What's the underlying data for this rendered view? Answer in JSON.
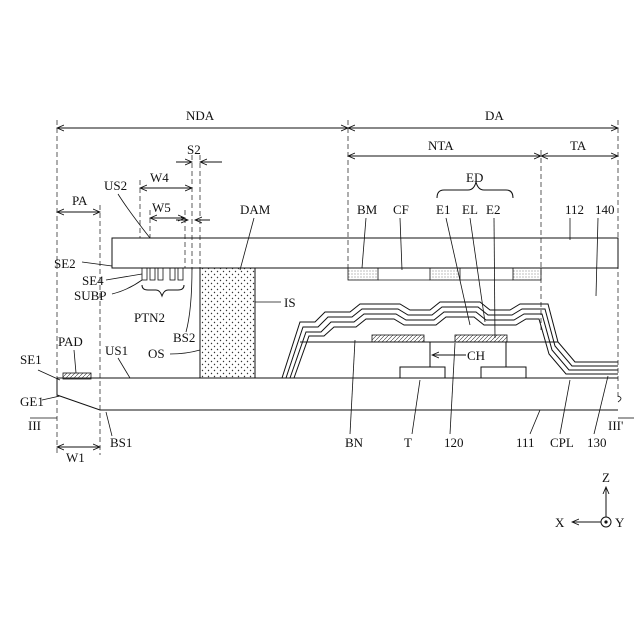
{
  "regions": {
    "nda": "NDA",
    "da": "DA",
    "nta": "NTA",
    "ta": "TA",
    "pa": "PA",
    "ed": "ED"
  },
  "widths": {
    "s2": "S2",
    "w4": "W4",
    "w5": "W5",
    "w1": "W1"
  },
  "labels": {
    "us2": "US2",
    "bm": "BM",
    "cf": "CF",
    "e1": "E1",
    "el": "EL",
    "e2": "E2",
    "n112": "112",
    "n140": "140",
    "dam": "DAM",
    "se2": "SE2",
    "se4": "SE4",
    "subp": "SUBP",
    "ptn2": "PTN2",
    "bs2": "BS2",
    "is": "IS",
    "os": "OS",
    "pad": "PAD",
    "us1": "US1",
    "se1": "SE1",
    "ge1": "GE1",
    "ch": "CH",
    "iii": "III",
    "iii_prime": "III'",
    "bs1": "BS1",
    "bn": "BN",
    "t": "T",
    "n120": "120",
    "n111": "111",
    "cpl": "CPL",
    "n130": "130"
  },
  "axes": {
    "z": "Z",
    "x": "X",
    "y": "Y"
  }
}
